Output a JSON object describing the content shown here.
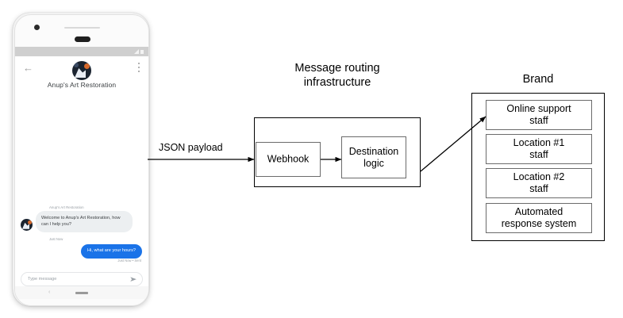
{
  "phone": {
    "status_bar": {
      "signal_icon": "signal-icon",
      "battery_icon": "battery-icon"
    },
    "app_bar": {
      "back_icon": "back-arrow-icon",
      "overflow_icon": "kebab-menu-icon",
      "avatar_icon": "business-avatar",
      "business_name": "Anup's Art Restoration"
    },
    "conversation": {
      "sender_label": "Anup's Art Restoration",
      "incoming": {
        "text": "Welcome to Anup's Art Restoration, how can I help you?",
        "timestamp": "Just Now",
        "avatar_icon": "business-avatar-small",
        "bubble_color": "#eceff1"
      },
      "outgoing": {
        "text": "Hi, what are your hours?",
        "timestamp": "Just Now • Sent",
        "bubble_color": "#1a73e8"
      }
    },
    "composer": {
      "placeholder": "Type message",
      "send_icon": "send-icon"
    },
    "nav_bar": {
      "back_icon": "nav-back-icon",
      "home_icon": "nav-home-pill"
    }
  },
  "diagram": {
    "payload_label": "JSON payload",
    "infrastructure": {
      "title_line1": "Message routing",
      "title_line2": "infrastructure",
      "nodes": [
        {
          "label_line1": "Webhook",
          "label_line2": ""
        },
        {
          "label_line1": "Destination",
          "label_line2": "logic"
        }
      ]
    },
    "brand": {
      "title": "Brand",
      "recipients": [
        {
          "line1": "Online support",
          "line2": "staff"
        },
        {
          "line1": "Location #1",
          "line2": "staff"
        },
        {
          "line1": "Location #2",
          "line2": "staff"
        },
        {
          "line1": "Automated",
          "line2": "response system"
        }
      ]
    }
  }
}
